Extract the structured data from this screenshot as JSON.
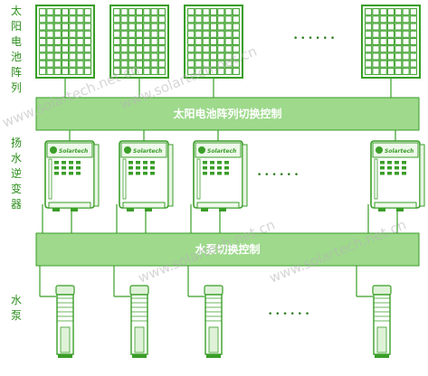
{
  "labels": {
    "solar_array": "太阳电池阵列",
    "inverter": "扬水逆变器",
    "pump": "水泵"
  },
  "bars": {
    "array_switch": "太阳电池阵列切换控制",
    "pump_switch": "水泵切换控制"
  },
  "inverter_brand": "Solartech",
  "ellipsis": {
    "panels": "• • • • • •",
    "inverters": "• • • • • •",
    "pumps": "• • • • • •"
  },
  "watermarks": [
    "www.solartech.net.cn",
    "www.solartech.net.cn",
    "www.solartech.net.cn",
    "www.solartech.net.cn"
  ],
  "colors": {
    "green": "#3a9e28",
    "bar": "#9ed98c",
    "bar_border": "#3a9e28"
  }
}
